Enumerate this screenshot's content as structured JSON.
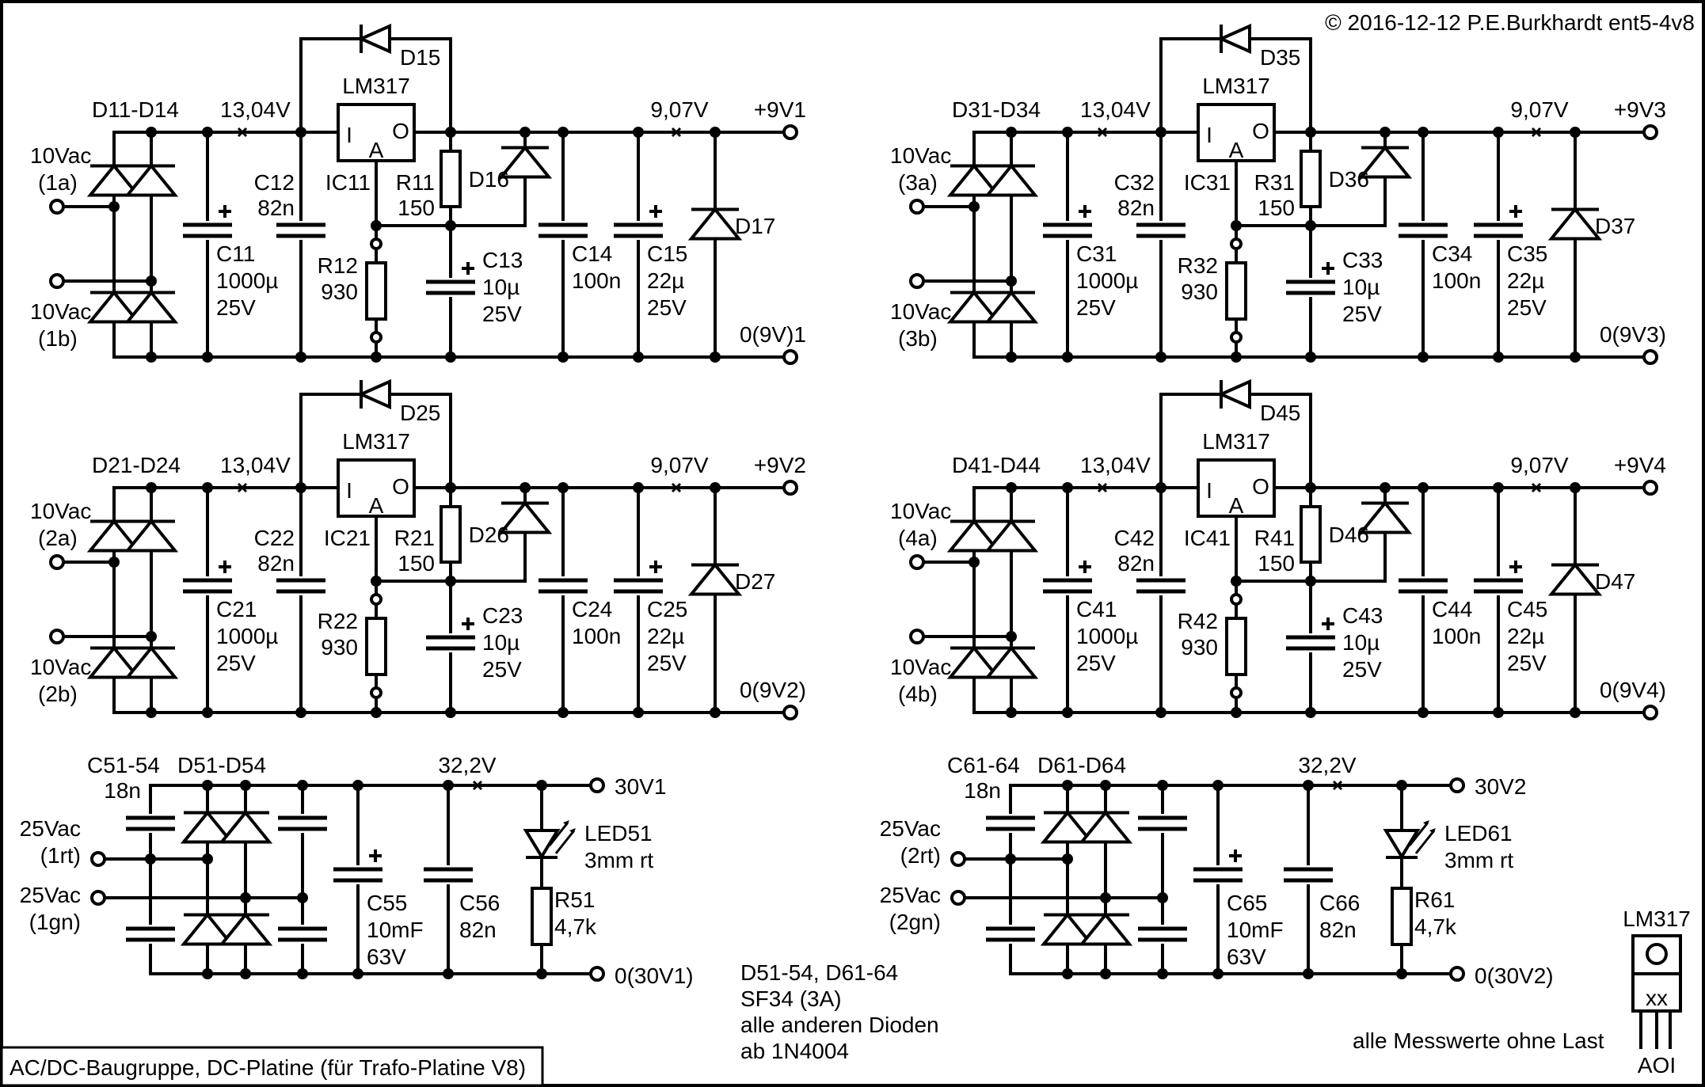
{
  "copyright": "© 2016-12-12 P.E.Burkhardt ent5-4v8",
  "title_block": "AC/DC-Baugruppe, DC-Platine (für Trafo-Platine V8)",
  "notes": {
    "diodes": [
      "D51-54, D61-64",
      "SF34 (3A)",
      "alle anderen Dioden",
      "ab 1N4004"
    ],
    "measure": "alle Messwerte ohne Last"
  },
  "package": {
    "name": "LM317",
    "marking": "xx",
    "pins": "AOI"
  },
  "regulators": [
    {
      "id": 1,
      "bridge": "D11-D14",
      "in_a": [
        "10Vac",
        "(1a)"
      ],
      "in_b": [
        "10Vac",
        "(1b)"
      ],
      "v_in": "13,04V",
      "v_out": "9,07V",
      "ic_type": "LM317",
      "ic": "IC11",
      "pin_i": "I",
      "pin_a": "A",
      "pin_o": "O",
      "d_bypass": "D15",
      "d_adj": "D16",
      "d_out": "D17",
      "c_bulk": [
        "C11",
        "1000µ",
        "25V"
      ],
      "c_in": [
        "C12",
        "82n"
      ],
      "r1": [
        "R11",
        "150"
      ],
      "r2": [
        "R12",
        "930"
      ],
      "c_adj": [
        "C13",
        "10µ",
        "25V"
      ],
      "c_hf": [
        "C14",
        "100n"
      ],
      "c_out": [
        "C15",
        "22µ",
        "25V"
      ],
      "out_pos": "+9V1",
      "out_neg": "0(9V)1"
    },
    {
      "id": 2,
      "bridge": "D21-D24",
      "in_a": [
        "10Vac",
        "(2a)"
      ],
      "in_b": [
        "10Vac",
        "(2b)"
      ],
      "v_in": "13,04V",
      "v_out": "9,07V",
      "ic_type": "LM317",
      "ic": "IC21",
      "pin_i": "I",
      "pin_a": "A",
      "pin_o": "O",
      "d_bypass": "D25",
      "d_adj": "D26",
      "d_out": "D27",
      "c_bulk": [
        "C21",
        "1000µ",
        "25V"
      ],
      "c_in": [
        "C22",
        "82n"
      ],
      "r1": [
        "R21",
        "150"
      ],
      "r2": [
        "R22",
        "930"
      ],
      "c_adj": [
        "C23",
        "10µ",
        "25V"
      ],
      "c_hf": [
        "C24",
        "100n"
      ],
      "c_out": [
        "C25",
        "22µ",
        "25V"
      ],
      "out_pos": "+9V2",
      "out_neg": "0(9V2)"
    },
    {
      "id": 3,
      "bridge": "D31-D34",
      "in_a": [
        "10Vac",
        "(3a)"
      ],
      "in_b": [
        "10Vac",
        "(3b)"
      ],
      "v_in": "13,04V",
      "v_out": "9,07V",
      "ic_type": "LM317",
      "ic": "IC31",
      "pin_i": "I",
      "pin_a": "A",
      "pin_o": "O",
      "d_bypass": "D35",
      "d_adj": "D36",
      "d_out": "D37",
      "c_bulk": [
        "C31",
        "1000µ",
        "25V"
      ],
      "c_in": [
        "C32",
        "82n"
      ],
      "r1": [
        "R31",
        "150"
      ],
      "r2": [
        "R32",
        "930"
      ],
      "c_adj": [
        "C33",
        "10µ",
        "25V"
      ],
      "c_hf": [
        "C34",
        "100n"
      ],
      "c_out": [
        "C35",
        "22µ",
        "25V"
      ],
      "out_pos": "+9V3",
      "out_neg": "0(9V3)"
    },
    {
      "id": 4,
      "bridge": "D41-D44",
      "in_a": [
        "10Vac",
        "(4a)"
      ],
      "in_b": [
        "10Vac",
        "(4b)"
      ],
      "v_in": "13,04V",
      "v_out": "9,07V",
      "ic_type": "LM317",
      "ic": "IC41",
      "pin_i": "I",
      "pin_a": "A",
      "pin_o": "O",
      "d_bypass": "D45",
      "d_adj": "D46",
      "d_out": "D47",
      "c_bulk": [
        "C41",
        "1000µ",
        "25V"
      ],
      "c_in": [
        "C42",
        "82n"
      ],
      "r1": [
        "R41",
        "150"
      ],
      "r2": [
        "R42",
        "930"
      ],
      "c_adj": [
        "C43",
        "10µ",
        "25V"
      ],
      "c_hf": [
        "C44",
        "100n"
      ],
      "c_out": [
        "C45",
        "22µ",
        "25V"
      ],
      "out_pos": "+9V4",
      "out_neg": "0(9V4)"
    }
  ],
  "supplies_30v": [
    {
      "id": 1,
      "c_snub": [
        "C51-54",
        "18n"
      ],
      "bridge": "D51-D54",
      "in_a": [
        "25Vac",
        "(1rt)"
      ],
      "in_b": [
        "25Vac",
        "(1gn)"
      ],
      "v_meas": "32,2V",
      "c_bulk": [
        "C55",
        "10mF",
        "63V"
      ],
      "c_hf": [
        "C56",
        "82n"
      ],
      "led": [
        "LED51",
        "3mm rt"
      ],
      "r": [
        "R51",
        "4,7k"
      ],
      "out_pos": "30V1",
      "out_neg": "0(30V1)"
    },
    {
      "id": 2,
      "c_snub": [
        "C61-64",
        "18n"
      ],
      "bridge": "D61-D64",
      "in_a": [
        "25Vac",
        "(2rt)"
      ],
      "in_b": [
        "25Vac",
        "(2gn)"
      ],
      "v_meas": "32,2V",
      "c_bulk": [
        "C65",
        "10mF",
        "63V"
      ],
      "c_hf": [
        "C66",
        "82n"
      ],
      "led": [
        "LED61",
        "3mm rt"
      ],
      "r": [
        "R61",
        "4,7k"
      ],
      "out_pos": "30V2",
      "out_neg": "0(30V2)"
    }
  ]
}
